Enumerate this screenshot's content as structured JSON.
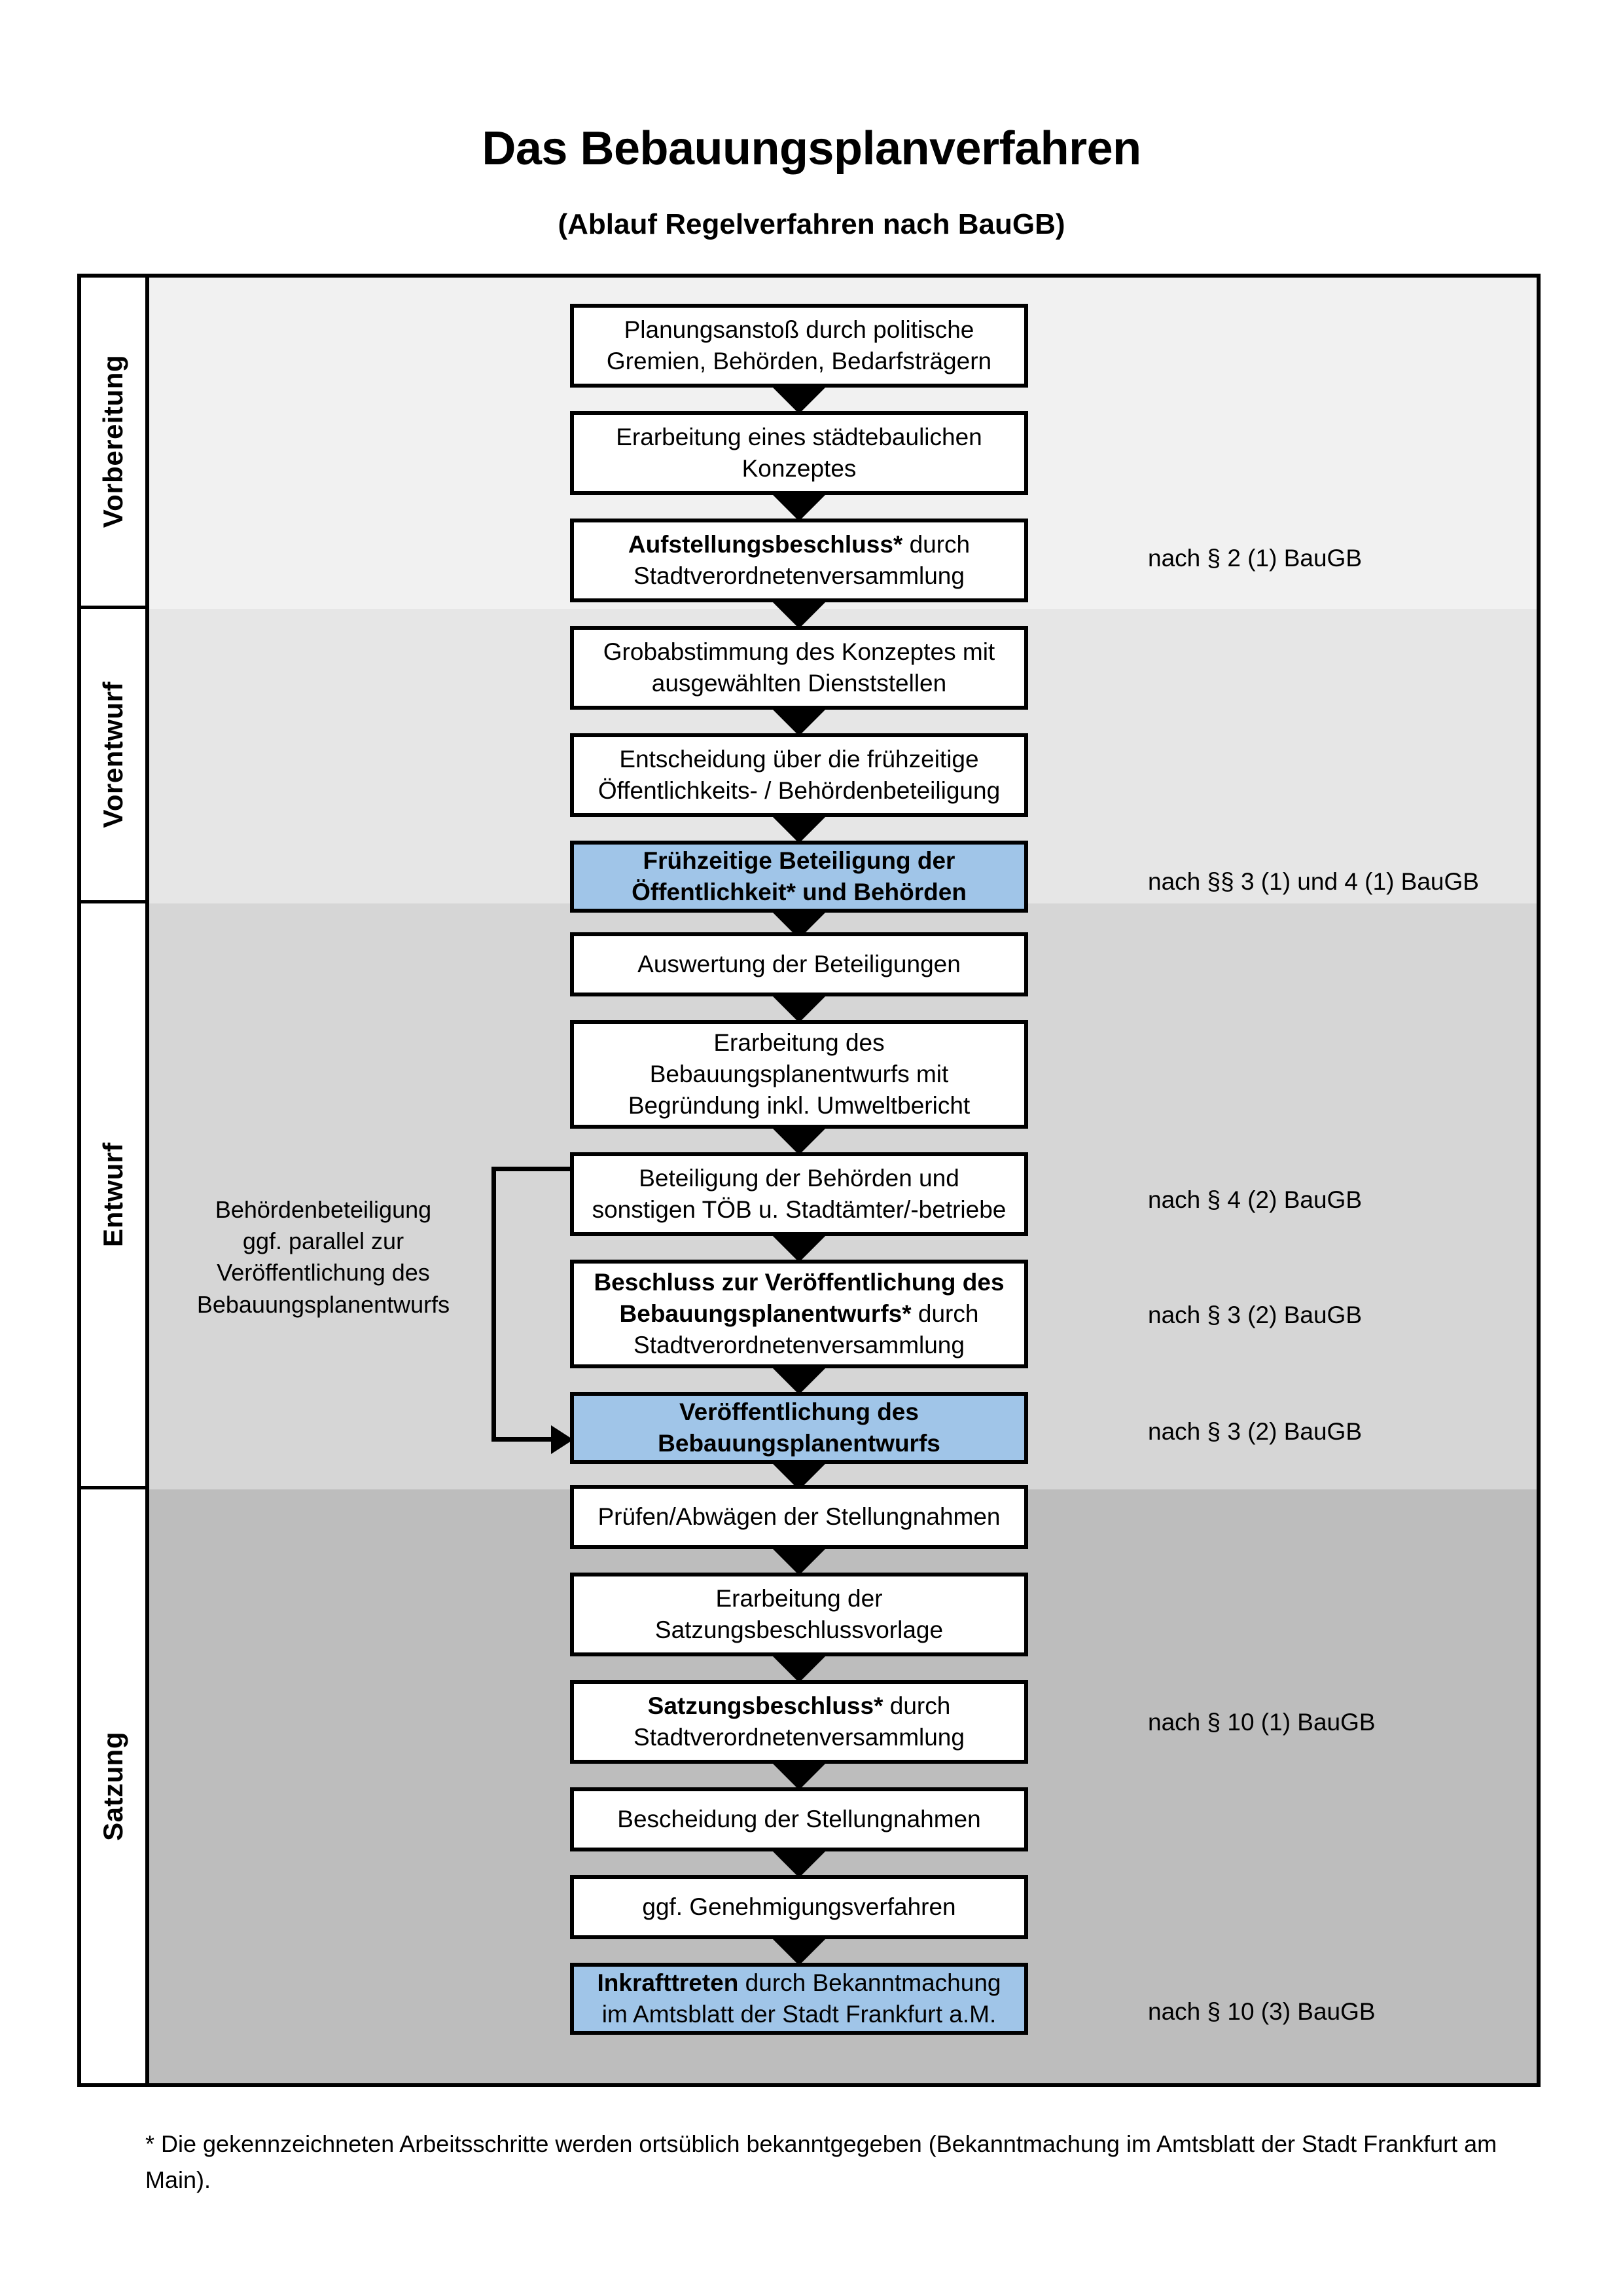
{
  "header": {
    "title": "Das Bebauungsplanverfahren",
    "subtitle": "(Ablauf Regelverfahren nach BauGB)"
  },
  "phases": [
    {
      "label": "Vorbereitung",
      "band_color": "#f1f1f1"
    },
    {
      "label": "Vorentwurf",
      "band_color": "#e6e6e6"
    },
    {
      "label": "Entwurf",
      "band_color": "#d6d6d6"
    },
    {
      "label": "Satzung",
      "band_color": "#bdbdbd"
    }
  ],
  "steps": [
    {
      "id": "s1",
      "line1": "Planungsanstoß durch politische",
      "line2": "Gremien, Behörden, Bedarfsträgern",
      "bold1": "",
      "highlight": false
    },
    {
      "id": "s2",
      "line1": "Erarbeitung eines städtebaulichen",
      "line2": "Konzeptes",
      "bold1": "",
      "highlight": false
    },
    {
      "id": "s3",
      "bold1": "Aufstellungsbeschluss*",
      "line1": " durch",
      "line2": "Stadtverordnetenversammlung",
      "highlight": false
    },
    {
      "id": "s4",
      "line1": "Grobabstimmung des Konzeptes mit",
      "line2": "ausgewählten Dienststellen",
      "bold1": "",
      "highlight": false
    },
    {
      "id": "s5",
      "line1": "Entscheidung über die frühzeitige",
      "line2": "Öffentlichkeits- / Behördenbeteiligung",
      "bold1": "",
      "highlight": false
    },
    {
      "id": "s6",
      "bold1": "Frühzeitige Beteiligung der",
      "bold2": "Öffentlichkeit* und Behörden",
      "highlight": true
    },
    {
      "id": "s7",
      "line1": "Auswertung der Beteiligungen",
      "bold1": "",
      "highlight": false
    },
    {
      "id": "s8",
      "line1": "Erarbeitung des",
      "line2": "Bebauungsplanentwurfs mit",
      "line3": "Begründung inkl. Umweltbericht",
      "bold1": "",
      "highlight": false
    },
    {
      "id": "s9",
      "line1": "Beteiligung der Behörden und",
      "line2": "sonstigen TÖB u. Stadtämter/-betriebe",
      "bold1": "",
      "highlight": false
    },
    {
      "id": "s10",
      "bold1": "Beschluss zur Veröffentlichung des",
      "bold2": "Bebauungsplanentwurfs*",
      "line1": " durch",
      "line2": "Stadtverordnetenversammlung",
      "highlight": false
    },
    {
      "id": "s11",
      "bold1": "Veröffentlichung des",
      "bold2": "Bebauungsplanentwurfs",
      "highlight": true
    },
    {
      "id": "s12",
      "line1": "Prüfen/Abwägen der Stellungnahmen",
      "bold1": "",
      "highlight": false
    },
    {
      "id": "s13",
      "line1": "Erarbeitung der",
      "line2": "Satzungsbeschlussvorlage",
      "bold1": "",
      "highlight": false
    },
    {
      "id": "s14",
      "bold1": "Satzungsbeschluss*",
      "line1": " durch",
      "line2": "Stadtverordnetenversammlung",
      "highlight": false
    },
    {
      "id": "s15",
      "line1": "Bescheidung der Stellungnahmen",
      "bold1": "",
      "highlight": false
    },
    {
      "id": "s16",
      "line1": "ggf. Genehmigungsverfahren",
      "bold1": "",
      "highlight": false
    },
    {
      "id": "s17",
      "bold1": "Inkrafttreten",
      "line1": " durch Bekanntmachung",
      "line2": "im Amtsblatt der Stadt Frankfurt a.M.",
      "highlight": true
    }
  ],
  "legal_refs": [
    {
      "id": "l1",
      "text": "nach § 2 (1) BauGB"
    },
    {
      "id": "l2",
      "text": "nach §§ 3 (1) und 4 (1) BauGB"
    },
    {
      "id": "l3",
      "text": "nach § 4 (2) BauGB"
    },
    {
      "id": "l4",
      "text": "nach § 3 (2) BauGB"
    },
    {
      "id": "l5",
      "text": "nach § 3 (2) BauGB"
    },
    {
      "id": "l6",
      "text": "nach § 10 (1) BauGB"
    },
    {
      "id": "l7",
      "text": "nach § 10 (3) BauGB"
    }
  ],
  "sidenote": {
    "line1": "Behördenbeteiligung",
    "line2": "ggf. parallel zur",
    "line3": "Veröffentlichung des",
    "line4": "Bebauungsplanentwurfs"
  },
  "footnote": {
    "text": "* Die gekennzeichneten Arbeitsschritte werden ortsüblich bekanntgegeben (Bekanntmachung im Amtsblatt  der Stadt Frankfurt am Main)."
  },
  "colors": {
    "highlight_blue": "#a0c5e8",
    "outline": "#000000",
    "page_background": "#ffffff"
  }
}
